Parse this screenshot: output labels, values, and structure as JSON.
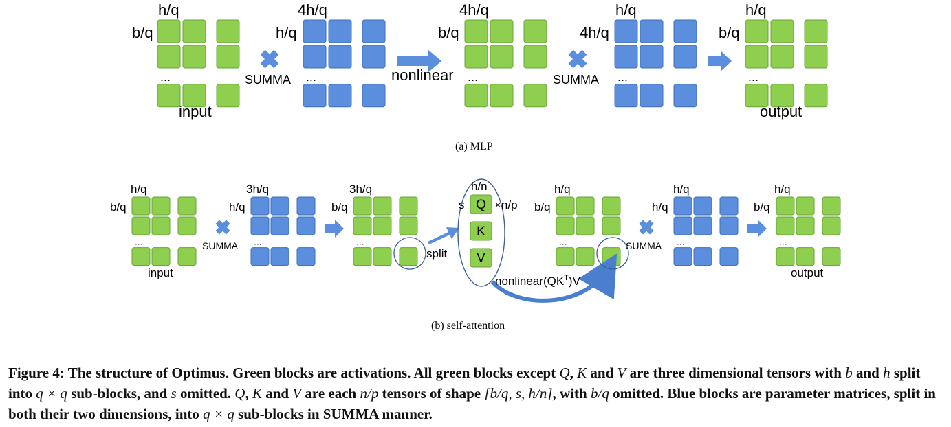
{
  "mlp": {
    "labels": {
      "in_top": "h/q",
      "in_left": "b/q",
      "in_bottom": "input",
      "w1_top": "4h/q",
      "w1_left": "h/q",
      "mid_top": "4h/q",
      "mid_left": "b/q",
      "w2_top": "h/q",
      "w2_left": "4h/q",
      "out_top": "h/q",
      "out_left": "b/q",
      "out_bottom": "output",
      "op1": "SUMMA",
      "op2": "nonlinear",
      "op3": "SUMMA",
      "dots": "..."
    },
    "caption": "(a)  MLP"
  },
  "attn": {
    "labels": {
      "in_top": "h/q",
      "in_left": "b/q",
      "in_bottom": "input",
      "w1_top": "3h/q",
      "w1_left": "h/q",
      "qkv_top": "3h/q",
      "qkv_left": "b/q",
      "split": "split",
      "head_top": "h/n",
      "head_left": "s",
      "head_right": "×n/p",
      "q": "Q",
      "k": "K",
      "v": "V",
      "ctx_top": "h/q",
      "ctx_left": "b/q",
      "w2_top": "h/q",
      "w2_left": "h/q",
      "out_top": "h/q",
      "out_left": "b/q",
      "out_bottom": "output",
      "op1": "SUMMA",
      "op2": "SUMMA",
      "nonlinear": "nonlinear(QK",
      "nonlinear_sup": "T",
      "nonlinear_end": ")V",
      "dots": "..."
    },
    "caption": "(b)  self-attention"
  },
  "colors": {
    "activation": "#8fcf4f",
    "activation_edge": "#6aa336",
    "parameter": "#5b8fde",
    "parameter_edge": "#3f6fba",
    "arrow": "#5b8fde",
    "ellipse": "#3c5f9c"
  },
  "figure_caption": {
    "p1": "Figure 4: The structure of Optimus. Green blocks are activations. All green blocks except ",
    "q": "Q",
    "c1": ", ",
    "k": "K",
    "p2": " and ",
    "v": "V",
    "p3": " are three dimensional tensors with ",
    "b": "b",
    "p4": " and ",
    "h": "h",
    "p5": " split into ",
    "qxq": "q × q",
    "p6": " sub-blocks, and ",
    "s": "s",
    "p7": " omitted. ",
    "q2": "Q",
    "c2": ", ",
    "k2": "K",
    "p8": " and ",
    "v2": "V",
    "p9": " are each ",
    "np": "n/p",
    "p10": " tensors of shape ",
    "shape": "[b/q, s, h/n]",
    "p11": ", with ",
    "bq": "b/q",
    "p12": " omitted. Blue blocks are parameter matrices, split in both their two dimensions, into ",
    "qxq2": "q × q",
    "p13": " sub-blocks in SUMMA manner."
  }
}
